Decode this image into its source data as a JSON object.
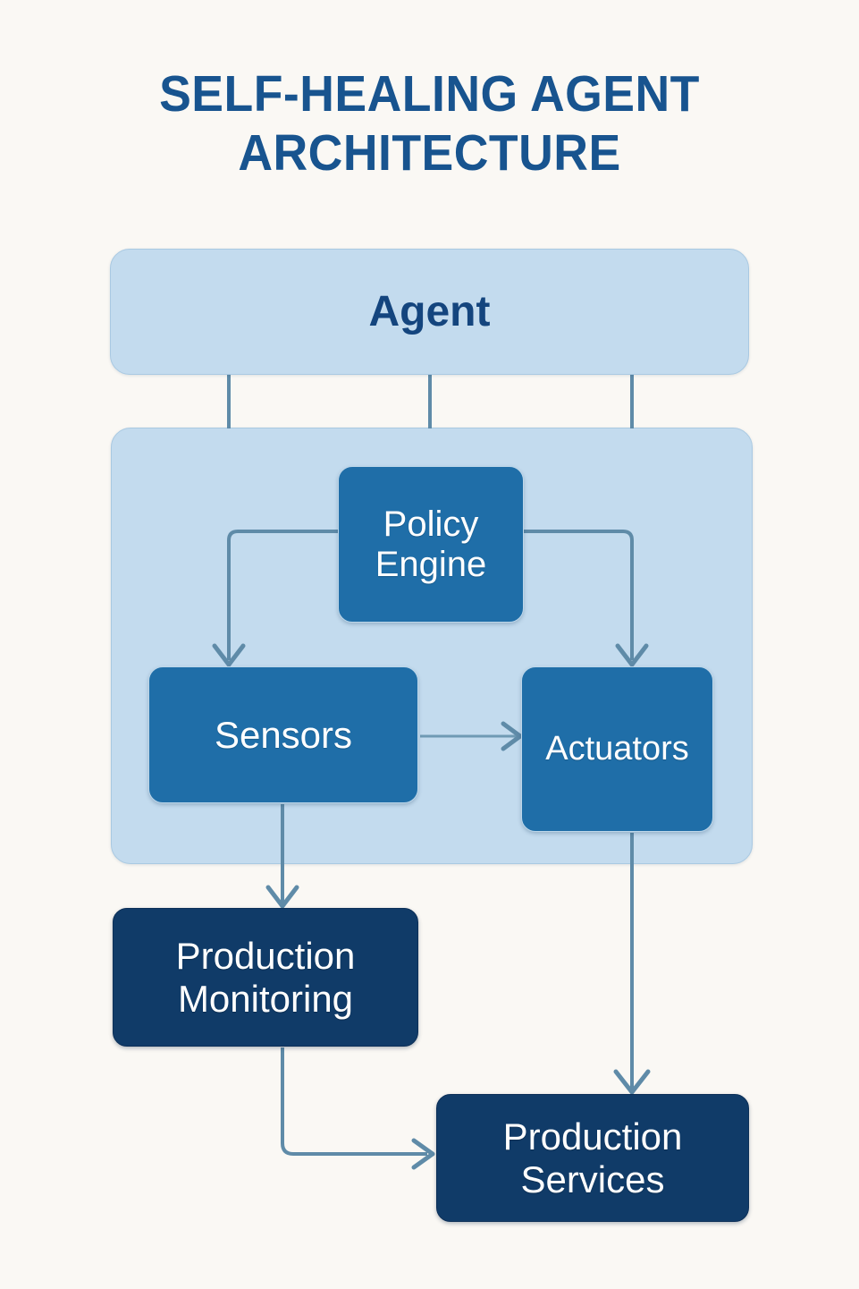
{
  "page": {
    "background_color": "#faf8f4",
    "title": "SELF-HEALING AGENT\nARCHITECTURE",
    "title_color": "#18548f"
  },
  "diagram": {
    "type": "block-architecture-diagram",
    "palette": {
      "panel_fill": "#c3dbee",
      "panel_stroke": "#a9c9e2",
      "node_mid_fill": "#1f6ea8",
      "node_dark_fill": "#103b68",
      "node_text": "#ffffff",
      "agent_text": "#14457e",
      "connector": "#5f8ba8"
    },
    "nodes": [
      {
        "id": "agent",
        "label": "Agent",
        "style": "panel"
      },
      {
        "id": "agent-internals",
        "label": "",
        "style": "panel"
      },
      {
        "id": "policy-engine",
        "label": "Policy\nEngine",
        "style": "mid"
      },
      {
        "id": "sensors",
        "label": "Sensors",
        "style": "mid"
      },
      {
        "id": "actuators",
        "label": "Actuators",
        "style": "mid"
      },
      {
        "id": "production-monitoring",
        "label": "Production\nMonitoring",
        "style": "dark"
      },
      {
        "id": "production-services",
        "label": "Production\nServices",
        "style": "dark"
      }
    ],
    "edges": [
      {
        "from": "agent",
        "to": "agent-internals",
        "arrow": false,
        "route": "vertical-left"
      },
      {
        "from": "agent",
        "to": "agent-internals",
        "arrow": false,
        "route": "vertical-center"
      },
      {
        "from": "agent",
        "to": "agent-internals",
        "arrow": false,
        "route": "vertical-right"
      },
      {
        "from": "policy-engine",
        "to": "sensors",
        "arrow": true,
        "route": "elbow-left-down"
      },
      {
        "from": "policy-engine",
        "to": "actuators",
        "arrow": true,
        "route": "elbow-right-down"
      },
      {
        "from": "sensors",
        "to": "actuators",
        "arrow": true,
        "route": "horizontal"
      },
      {
        "from": "sensors",
        "to": "production-monitoring",
        "arrow": true,
        "route": "vertical"
      },
      {
        "from": "actuators",
        "to": "production-services",
        "arrow": true,
        "route": "vertical"
      },
      {
        "from": "production-monitoring",
        "to": "production-services",
        "arrow": true,
        "route": "elbow-down-right"
      }
    ]
  }
}
